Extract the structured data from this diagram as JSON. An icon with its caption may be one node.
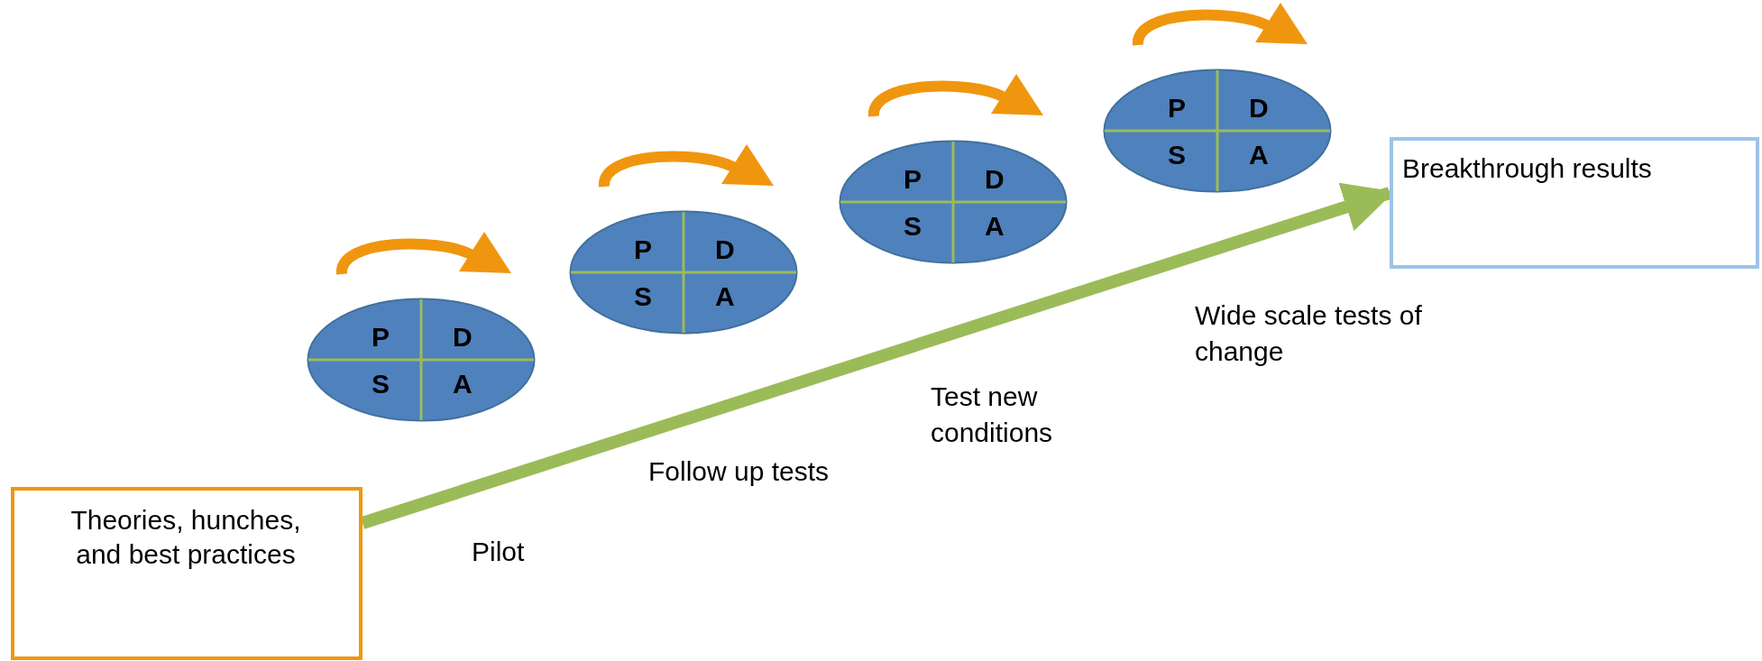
{
  "diagram": {
    "nodes": [
      {
        "text": [
          "Theories, hunches, and best practices"
        ]
      },
      {
        "text": [
          "P",
          "D",
          "S",
          "A"
        ]
      },
      {
        "text": [
          "P",
          "D",
          "S",
          "A"
        ]
      },
      {
        "text": [
          "P",
          "D",
          "S",
          "A"
        ]
      },
      {
        "text": [
          "P",
          "D",
          "S",
          "A"
        ]
      },
      {
        "text": [
          "Breakthrough results"
        ]
      }
    ],
    "edges": [
      {
        "from": 0,
        "to": 5,
        "arrow": "to",
        "color": "#9bbb59"
      }
    ],
    "labels": [
      "Wide scale tests of change",
      "Test new conditions",
      "Follow up tests",
      "Pilot"
    ]
  }
}
